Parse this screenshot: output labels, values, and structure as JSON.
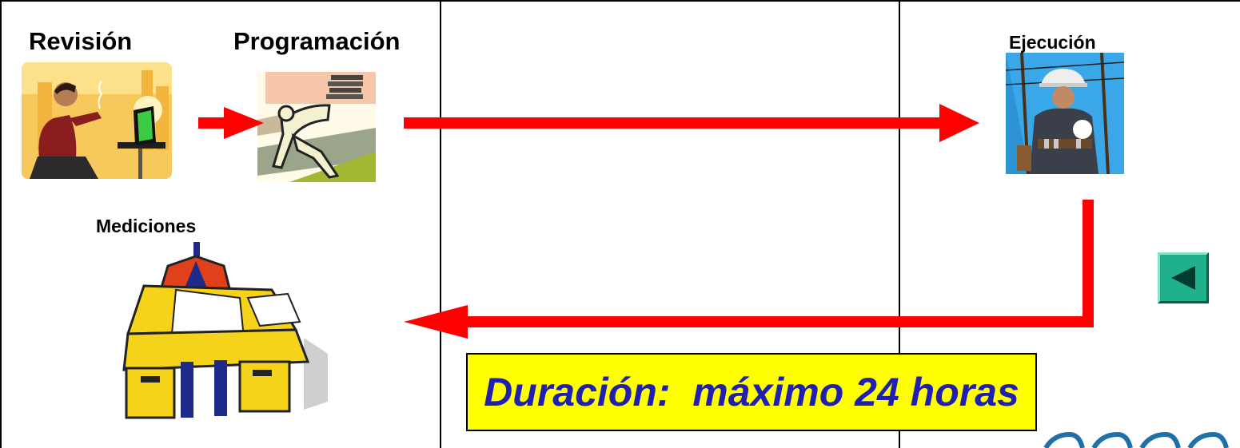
{
  "labels": {
    "revision": "Revisión",
    "programacion": "Programación",
    "ejecucion": "Ejecución",
    "mediciones": "Mediciones"
  },
  "duration": {
    "text": "Duración:  máximo 24 horas"
  },
  "colors": {
    "arrow": "#ff0000",
    "duration_bg": "#ffff00",
    "duration_text": "#1f1fb0",
    "back_button": "#21b08c"
  },
  "icons": {
    "back_button": "triangle-left-icon"
  }
}
